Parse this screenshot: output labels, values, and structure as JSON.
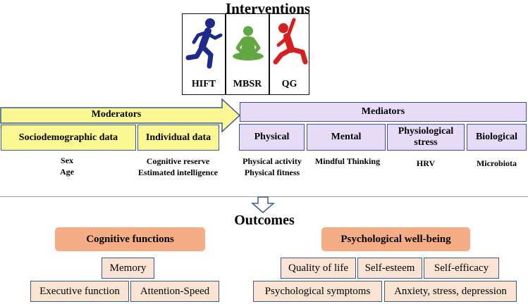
{
  "interventions": {
    "title": "Interventions",
    "items": [
      {
        "label": "HIFT",
        "icon": "running-person-icon",
        "color": "#1e2a8a"
      },
      {
        "label": "MBSR",
        "icon": "meditating-person-icon",
        "color": "#62a741"
      },
      {
        "label": "QG",
        "icon": "stretching-person-icon",
        "color": "#d61f1f"
      }
    ]
  },
  "moderators": {
    "title": "Moderators",
    "sociodemographic": {
      "label": "Sociodemographic data",
      "items": [
        "Sex",
        "Age"
      ]
    },
    "individual": {
      "label": "Individual data",
      "items": [
        "Cognitive reserve",
        "Estimated intelligence"
      ]
    }
  },
  "mediators": {
    "title": "Mediators",
    "physical": {
      "label": "Physical",
      "items": [
        "Physical activity",
        "Physical fitness"
      ]
    },
    "mental": {
      "label": "Mental",
      "items": [
        "Mindful Thinking"
      ]
    },
    "physiological": {
      "label": "Physiological stress",
      "items": [
        "HRV"
      ]
    },
    "biological": {
      "label": "Biological",
      "items": [
        "Microbiota"
      ]
    }
  },
  "outcomes": {
    "title": "Outcomes",
    "cognitive": {
      "label": "Cognitive functions",
      "items": [
        "Memory",
        "Executive function",
        "Attention-Speed"
      ]
    },
    "psychological": {
      "label": "Psychological well-being",
      "items": [
        "Quality of life",
        "Self-esteem",
        "Self-efficacy",
        "Psychological symptoms",
        "Anxiety, stress, depression"
      ]
    }
  },
  "colors": {
    "moderator_fill": "#fbf893",
    "mediator_fill": "#e6dcf7",
    "outcome_header": "#f5ad85",
    "outcome_item": "#fbe3d4",
    "border": "#3a5a8c"
  }
}
